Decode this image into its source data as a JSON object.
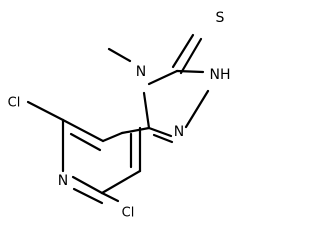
{
  "molecule": {
    "labels": {
      "sulfur": "S",
      "nh": "NH",
      "n4": "N",
      "methyl_text": "",
      "n2": "N",
      "pyridine_n": "N",
      "cl_top": "Cl",
      "cl_bottom": "Cl"
    },
    "colors": {
      "bond": "#000000",
      "text": "#000000",
      "background": "#ffffff"
    }
  }
}
